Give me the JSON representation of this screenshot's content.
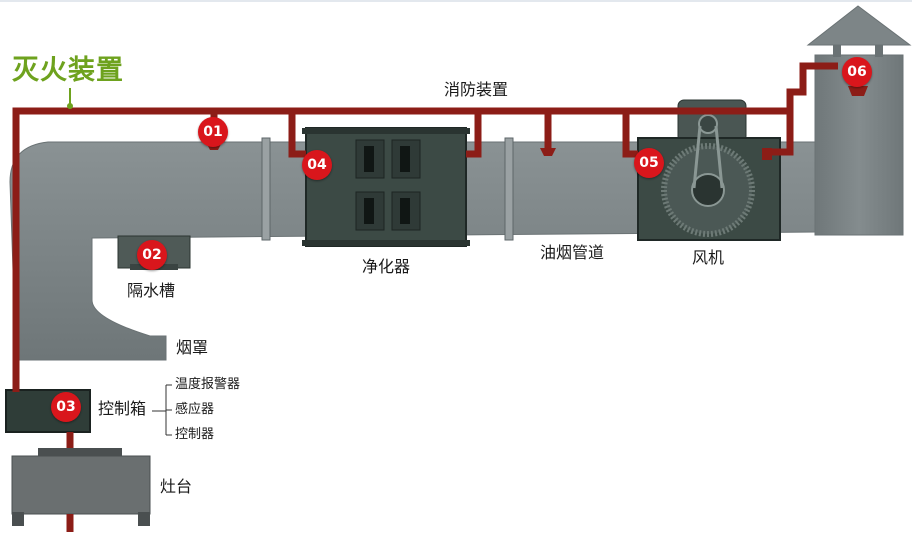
{
  "title": "灭火装置",
  "labels": {
    "fire_system": "消防装置",
    "separator": "隔水槽",
    "purifier": "净化器",
    "duct": "油烟管道",
    "fan": "风机",
    "hood": "烟罩",
    "control_box": "控制箱",
    "stove": "灶台"
  },
  "control_items": [
    "温度报警器",
    "感应器",
    "控制器"
  ],
  "badges": [
    "01",
    "02",
    "03",
    "04",
    "05",
    "06"
  ],
  "colors": {
    "pipe": "#8c1d17",
    "duct": "#7d8587",
    "equipment": "#35433e",
    "badge": "#d9161c",
    "title": "#6ea21e"
  }
}
